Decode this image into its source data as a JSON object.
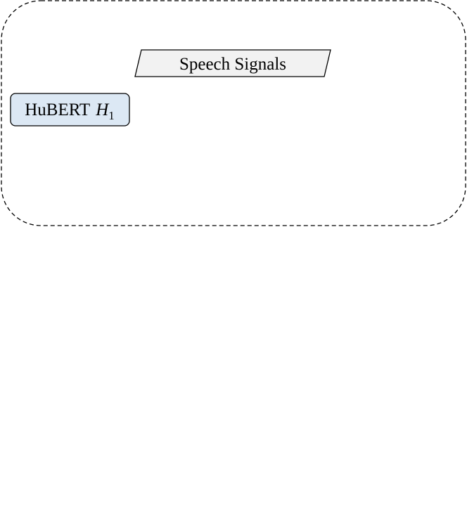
{
  "diagram": {
    "input_node": {
      "label": "Speech Signals",
      "fill_color": "#f2f2f2"
    },
    "model_node": {
      "label": "HuBERT",
      "math_symbol": "H",
      "math_subscript": "1",
      "fill_color": "#dce8f4"
    }
  }
}
